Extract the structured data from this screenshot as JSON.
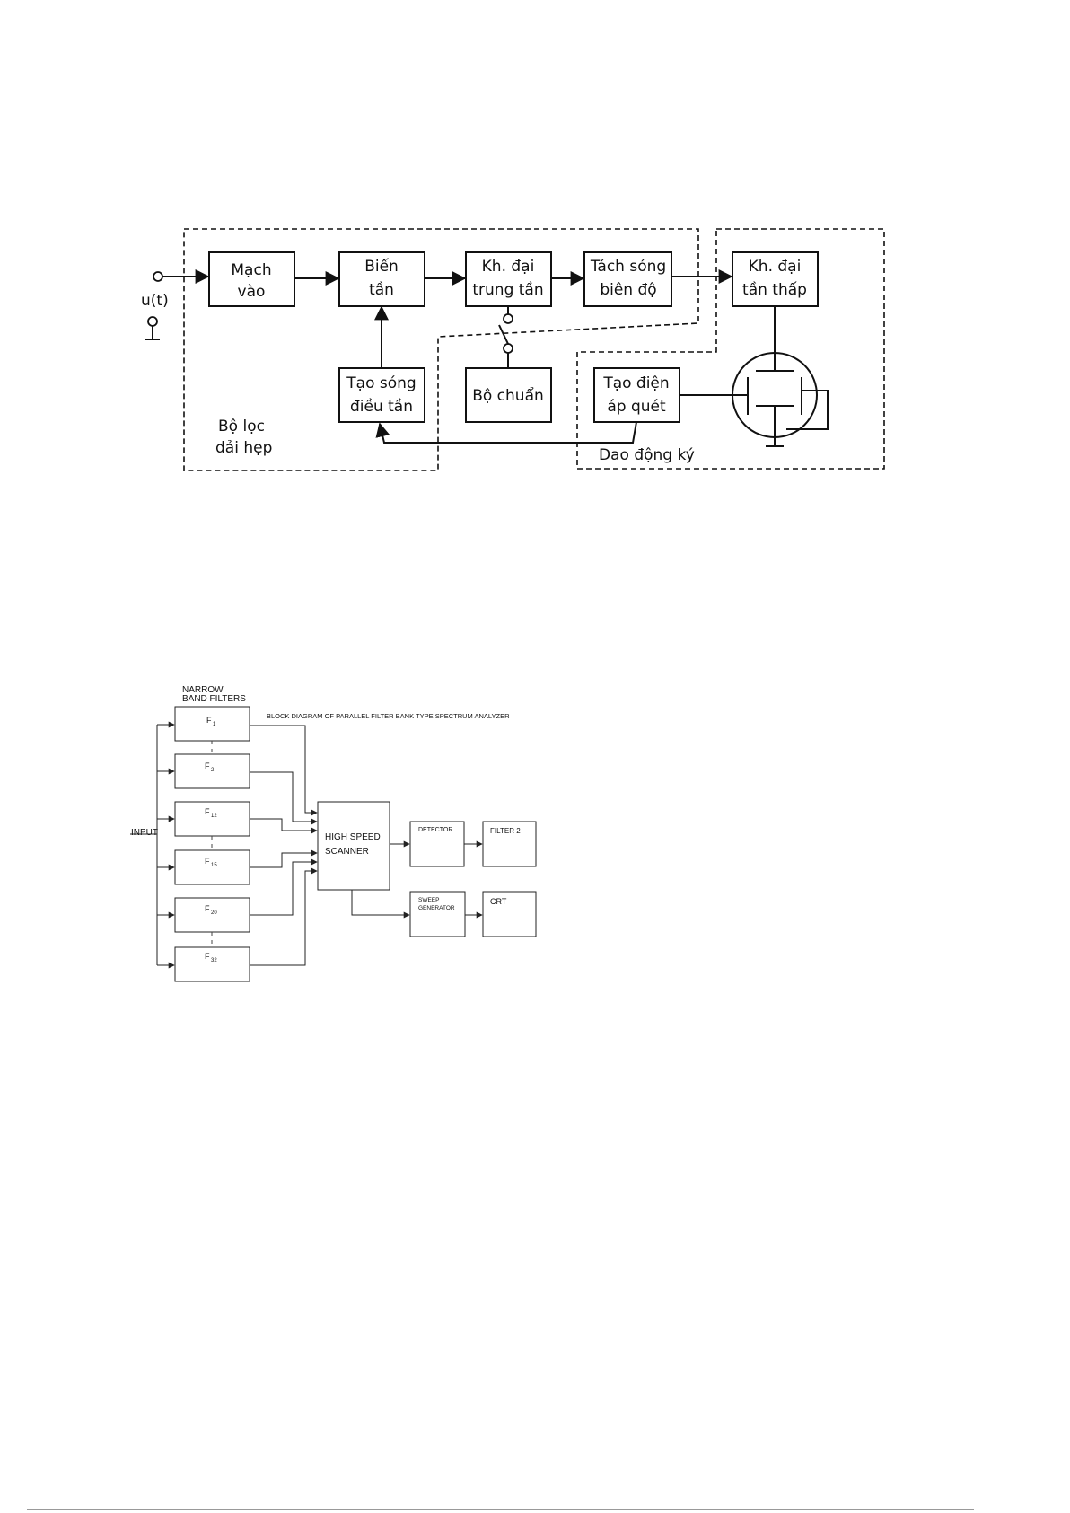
{
  "diagram1": {
    "blocks": {
      "mach_vao": [
        "Mạch",
        "vào"
      ],
      "bien_tan": [
        "Biến",
        "tần"
      ],
      "kh_dai_trung_tan": [
        "Kh. đại",
        "trung tần"
      ],
      "tach_song": [
        "Tách sóng",
        "biên độ"
      ],
      "kh_dai_tan_thap": [
        "Kh. đại",
        "tần thấp"
      ],
      "tao_song": [
        "Tạo sóng",
        "điều tần"
      ],
      "bo_chuan": [
        "Bộ chuẩn"
      ],
      "tao_dien_ap": [
        "Tạo điện",
        "áp quét"
      ]
    },
    "input_label": "u(t)",
    "regions": {
      "bo_loc": [
        "Bộ lọc",
        "dải hẹp"
      ],
      "dao_dong_ky": "Dao động ký"
    }
  },
  "diagram2": {
    "title": "BLOCK DIAGRAM OF PARALLEL FILTER BANK TYPE SPECTRUM ANALYZER",
    "filters_heading": [
      "NARROW",
      "BAND FILTERS"
    ],
    "input_label": "INPUT",
    "filters": [
      {
        "base": "F",
        "sub": "1"
      },
      {
        "base": "F",
        "sub": "2"
      },
      {
        "base": "F",
        "sub": "12"
      },
      {
        "base": "F",
        "sub": "15"
      },
      {
        "base": "F",
        "sub": "20"
      },
      {
        "base": "F",
        "sub": "32"
      }
    ],
    "scanner": [
      "HIGH SPEED",
      "SCANNER"
    ],
    "detector": "DETECTOR",
    "filter2": "FILTER 2",
    "sweep": [
      "SWEEP",
      "GENERATOR"
    ],
    "crt": "CRT"
  }
}
